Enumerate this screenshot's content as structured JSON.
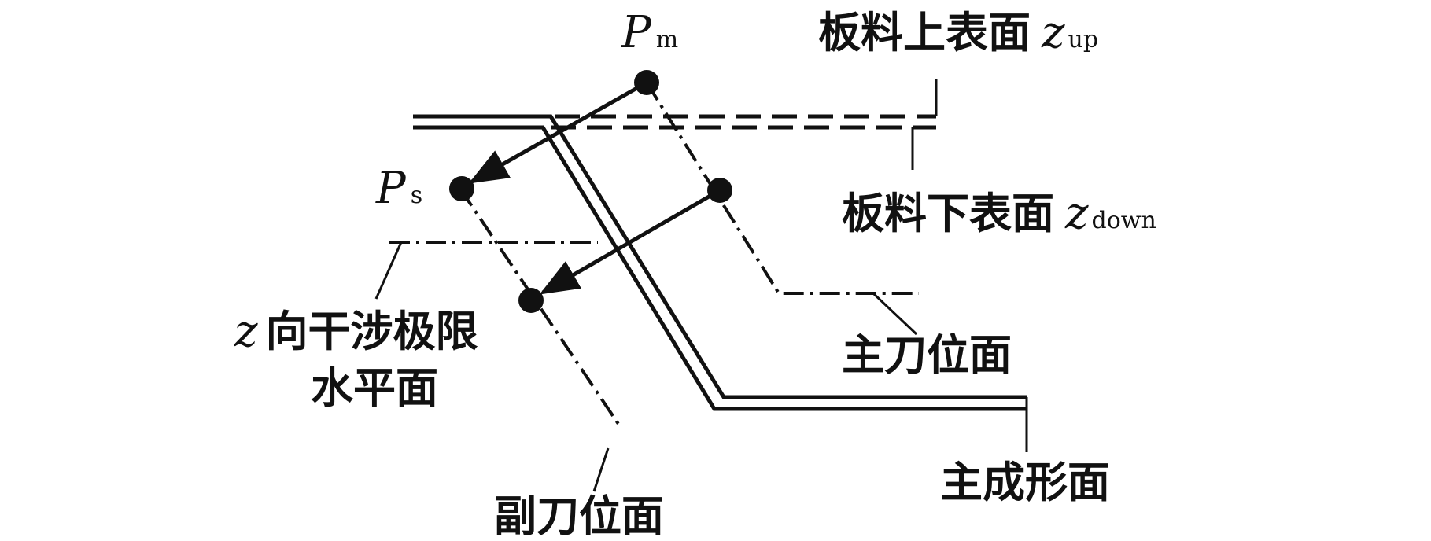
{
  "labels": {
    "pm": {
      "var": "P",
      "sub": "m"
    },
    "ps": {
      "var": "P",
      "sub": "s"
    },
    "upper_surface": {
      "text": "板料上表面",
      "var": "z",
      "sub": "up"
    },
    "lower_surface": {
      "text": "板料下表面",
      "var": "z",
      "sub": "down"
    },
    "z_limit_line1": {
      "var": "z",
      "text": "向干涉极限"
    },
    "z_limit_line2": "水平面",
    "main_tool_plane": "主刀位面",
    "main_forming_surface": "主成形面",
    "secondary_tool_plane": "副刀位面"
  },
  "colors": {
    "ink": "#111111",
    "background": "#ffffff"
  }
}
